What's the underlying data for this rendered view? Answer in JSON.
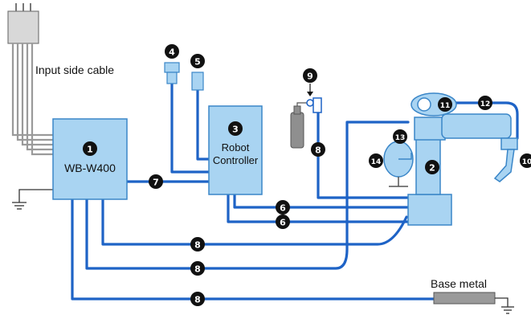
{
  "labels": {
    "input_cable": "Input side cable",
    "welder": "WB-W400",
    "controller_line1": "Robot",
    "controller_line2": "Controller",
    "base_metal": "Base metal"
  },
  "markers": {
    "m1": "1",
    "m2": "2",
    "m3": "3",
    "m4": "4",
    "m5": "5",
    "m6": "6",
    "m7": "7",
    "m8": "8",
    "m9": "9",
    "m10": "10",
    "m11": "11",
    "m12": "12",
    "m13": "13",
    "m14": "14"
  },
  "colors": {
    "cable": "#1e63c6",
    "box_fill": "#a9d4f2",
    "box_stroke": "#3a86c8",
    "marker": "#111111",
    "gray": "#8f8f8f"
  }
}
